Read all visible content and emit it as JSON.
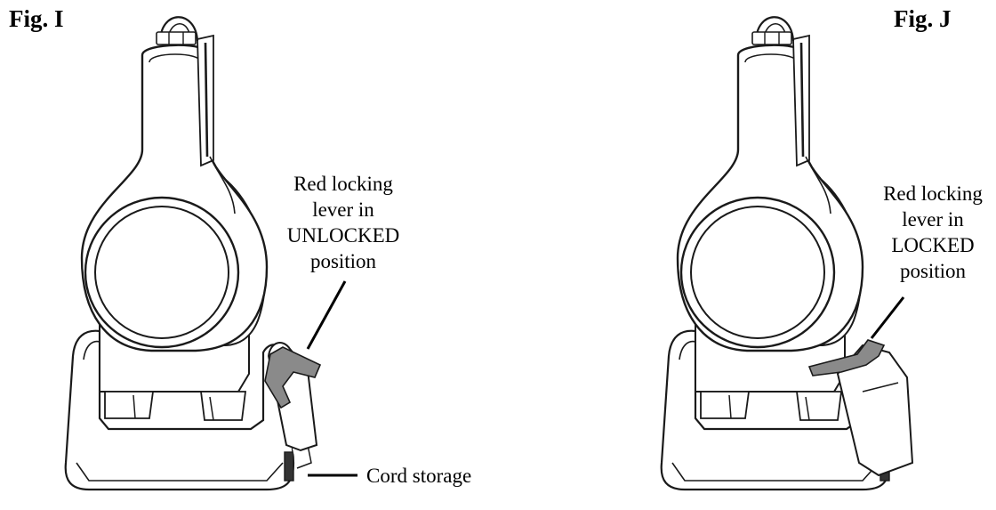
{
  "figures": [
    {
      "id": "fig-i",
      "label": "Fig. I",
      "callouts": [
        {
          "id": "unlocked",
          "lines": [
            "Red locking",
            "lever in",
            "UNLOCKED",
            "position"
          ]
        },
        {
          "id": "cord",
          "lines": [
            "Cord storage"
          ]
        }
      ]
    },
    {
      "id": "fig-j",
      "label": "Fig. J",
      "callouts": [
        {
          "id": "locked",
          "lines": [
            "Red locking",
            "lever in",
            "LOCKED",
            "position"
          ]
        }
      ]
    }
  ],
  "colors": {
    "outline": "#1a1a1a",
    "lever": "#8a8a8a",
    "fill": "#ffffff",
    "dark_part": "#333333"
  }
}
